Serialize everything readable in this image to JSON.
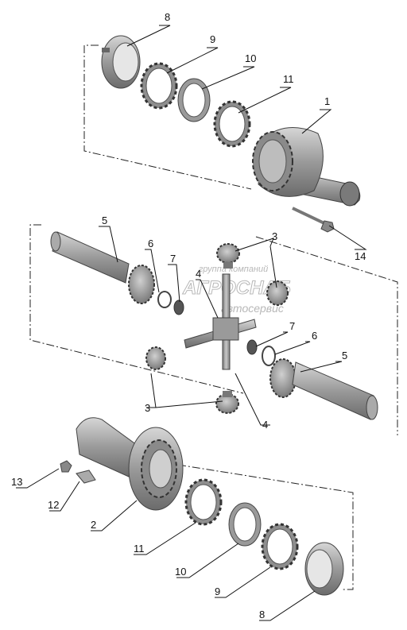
{
  "callouts": {
    "c1": "1",
    "c2": "2",
    "c3a": "3",
    "c3b": "3",
    "c4a": "4",
    "c4b": "4",
    "c5a": "5",
    "c5b": "5",
    "c6a": "6",
    "c6b": "6",
    "c7a": "7",
    "c7b": "7",
    "c8a": "8",
    "c8b": "8",
    "c9a": "9",
    "c9b": "9",
    "c10a": "10",
    "c10b": "10",
    "c11a": "11",
    "c11b": "11",
    "c12": "12",
    "c13": "13",
    "c14": "14"
  },
  "watermark": {
    "line1": "группа компаний",
    "line2": "АГРОСНАБ",
    "line3": "автосервис"
  }
}
